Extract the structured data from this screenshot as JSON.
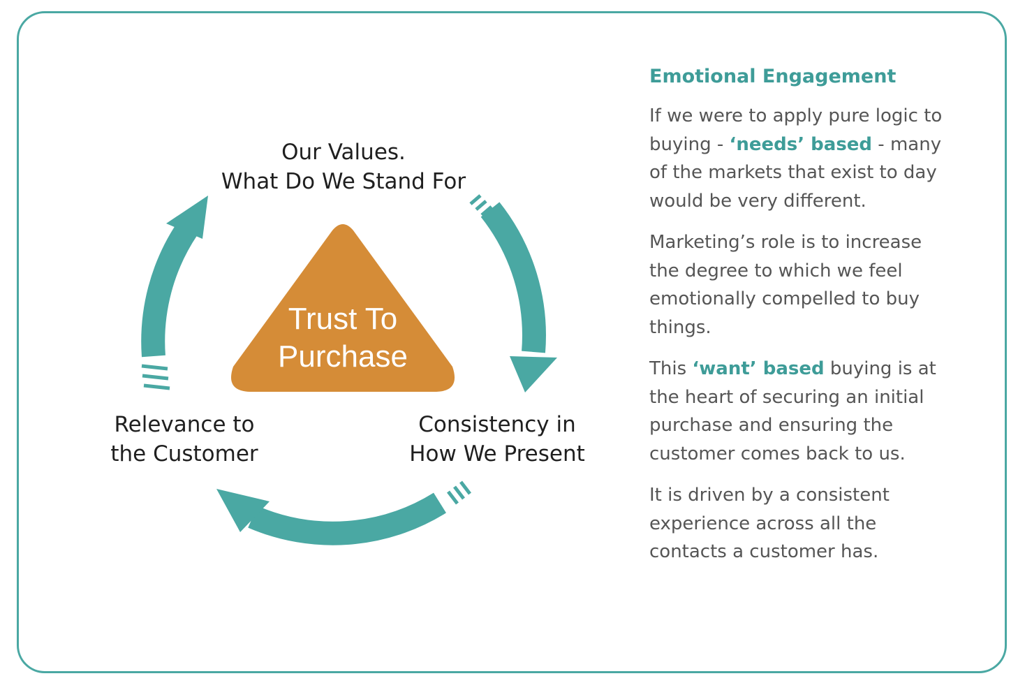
{
  "diagram": {
    "center": {
      "line1": "Trust To",
      "line2": "Purchase"
    },
    "nodes": {
      "top": {
        "line1": "Our Values.",
        "line2": "What Do We Stand For"
      },
      "right": {
        "line1": "Consistency in",
        "line2": "How We Present"
      },
      "left": {
        "line1": "Relevance to",
        "line2": "the Customer"
      }
    },
    "colors": {
      "arrow": "#4aa8a3",
      "triangle": "#d58c37",
      "border": "#4aa8a3"
    }
  },
  "panel": {
    "heading": "Emotional Engagement",
    "p1": {
      "a": "If we were to apply pure logic to buying - ",
      "b": "‘needs’ based",
      "c": " - many of the markets that exist to day would be very different."
    },
    "p2": "Marketing’s role is to increase the degree to which we feel emotionally compelled to buy things.",
    "p3": {
      "a": "This ",
      "b": "‘want’ based",
      "c": " buying is at the heart of securing an initial purchase and ensuring the customer comes back to us."
    },
    "p4": "It is driven by a consistent experience across all the contacts a customer has."
  }
}
